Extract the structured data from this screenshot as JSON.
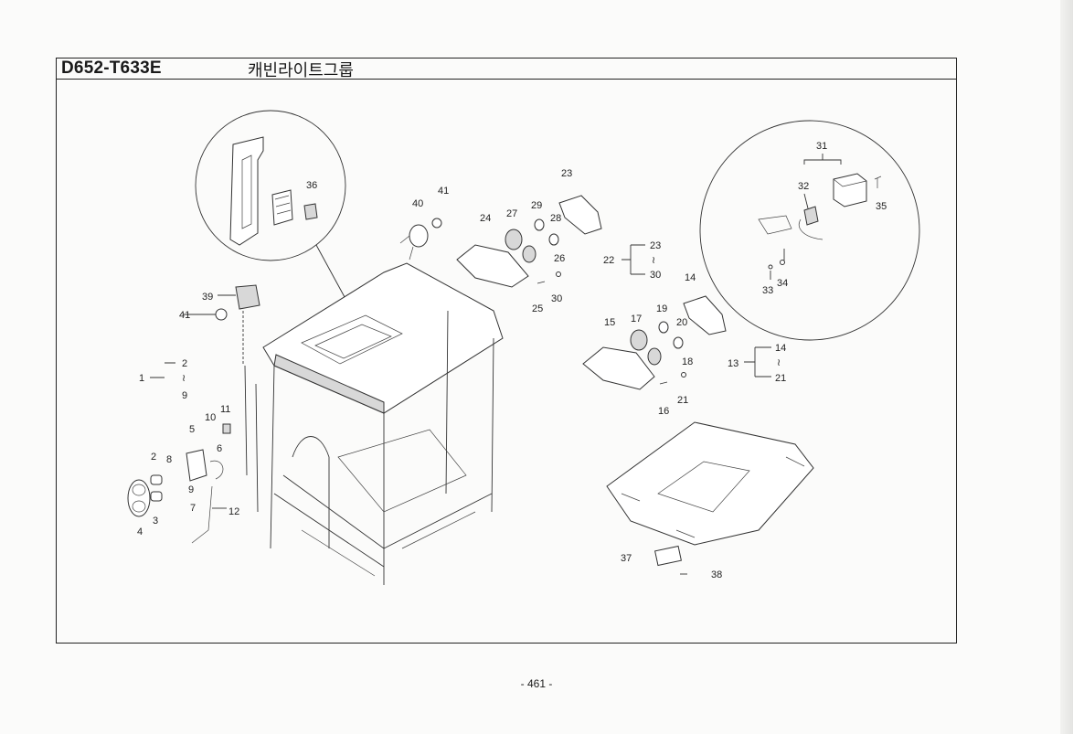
{
  "header": {
    "code": "D652-T633E",
    "title": "캐빈라이트그룹"
  },
  "page_number": "- 461 -",
  "callouts": {
    "c1": "1",
    "c2": "2",
    "c2b": "2",
    "c3": "3",
    "c4": "4",
    "c5": "5",
    "c6": "6",
    "c7": "7",
    "c8": "8",
    "c9": "9",
    "c9b": "9",
    "c10": "10",
    "c11": "11",
    "c12": "12",
    "c13": "13",
    "c14": "14",
    "c14b": "14",
    "c15": "15",
    "c16": "16",
    "c17": "17",
    "c18": "18",
    "c19": "19",
    "c20": "20",
    "c21": "21",
    "c21b": "21",
    "c22": "22",
    "c23": "23",
    "c23b": "23",
    "c24": "24",
    "c25": "25",
    "c26": "26",
    "c27": "27",
    "c28": "28",
    "c29": "29",
    "c30": "30",
    "c30b": "30",
    "c31": "31",
    "c32": "32",
    "c33": "33",
    "c34": "34",
    "c35": "35",
    "c36": "36",
    "c37": "37",
    "c38": "38",
    "c39": "39",
    "c40": "40",
    "c41": "41",
    "c41b": "41",
    "tilde": "≀"
  }
}
